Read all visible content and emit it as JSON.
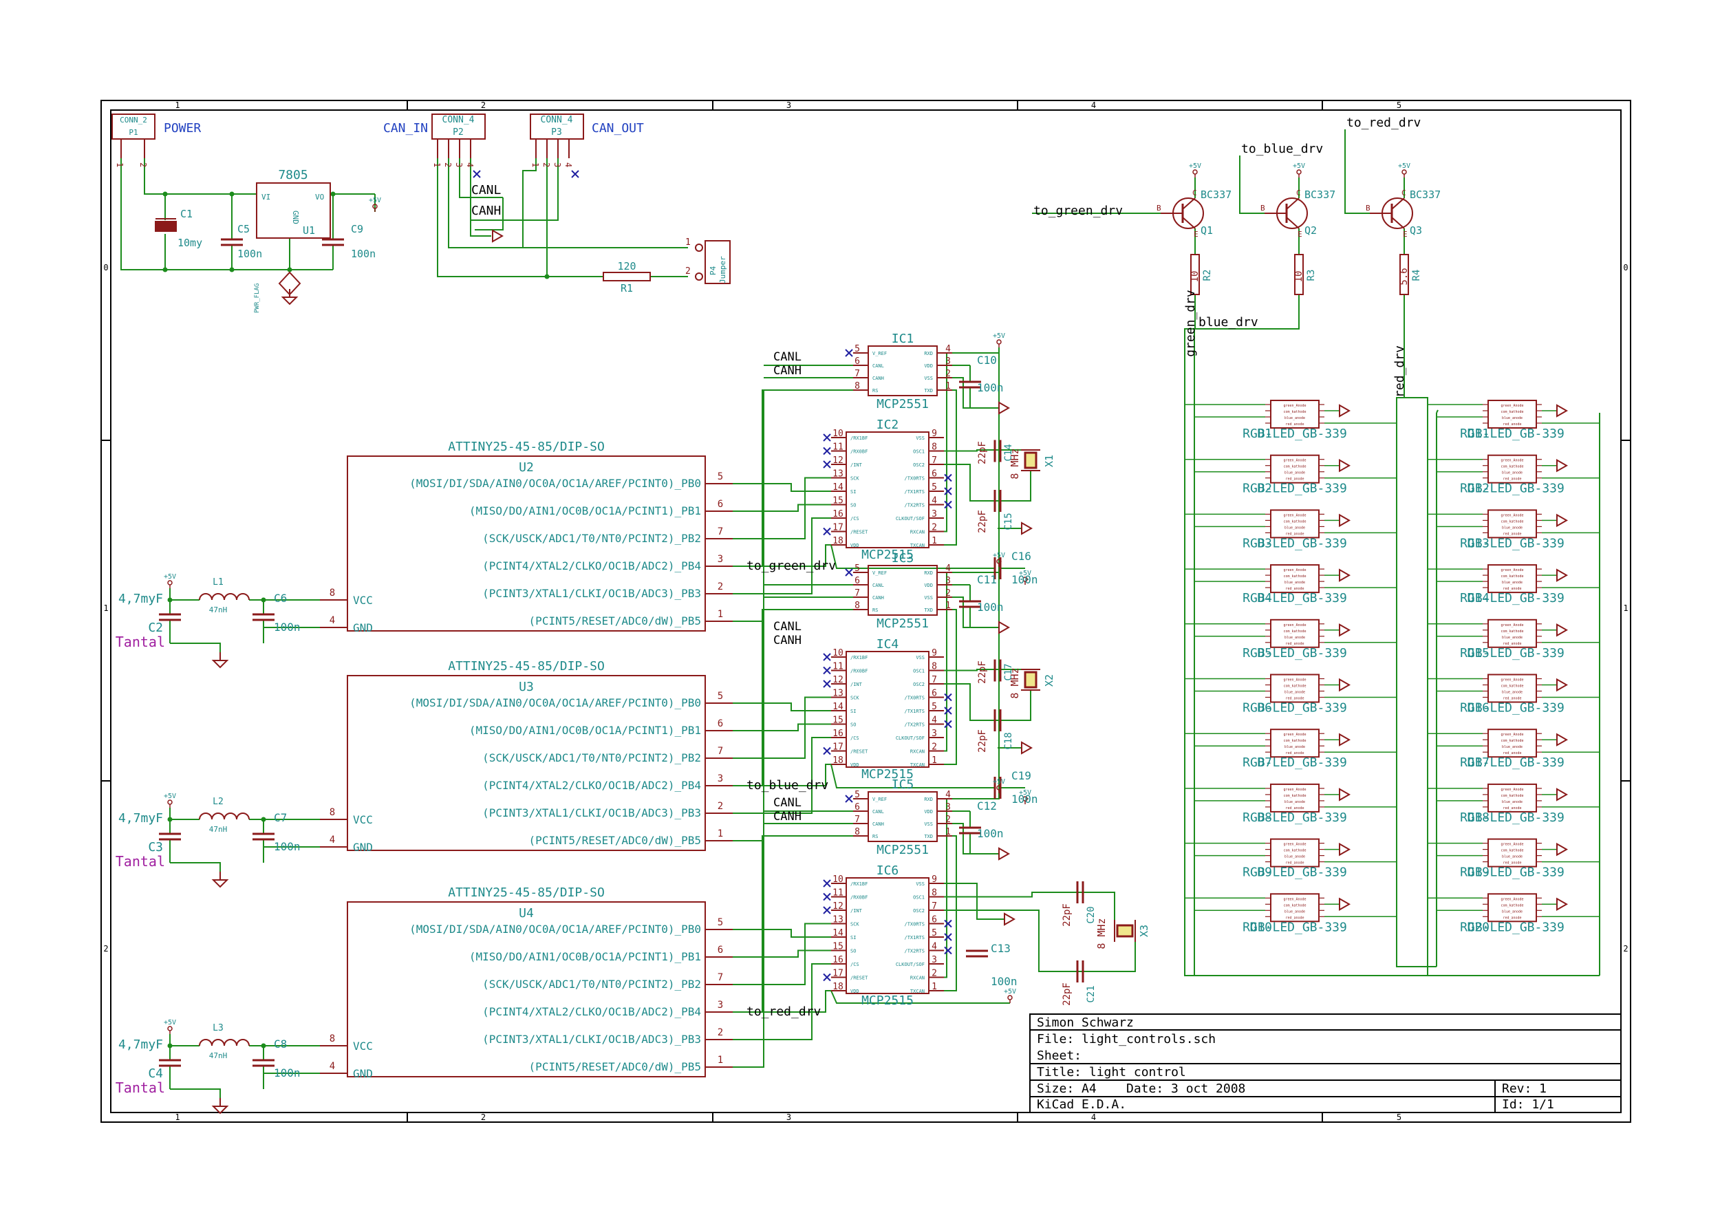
{
  "sheet": {
    "columns": [
      "1",
      "2",
      "3",
      "4",
      "5"
    ],
    "rows": [
      "0",
      "1",
      "2"
    ]
  },
  "title_block": {
    "author": "Simon Schwarz",
    "file": "File: light_controls.sch",
    "sheet": "Sheet:",
    "title": "Title: light control",
    "size": "Size: A4",
    "date": "Date: 3 oct 2008",
    "rev": "Rev: 1",
    "software": "KiCad E.D.A.",
    "id": "Id: 1/1"
  },
  "power_section": {
    "p1": {
      "ref": "P1",
      "value": "CONN_2",
      "label": "POWER",
      "pins": [
        "1",
        "2"
      ]
    },
    "c1": {
      "ref": "C1",
      "value": "10my"
    },
    "c5": {
      "ref": "C5",
      "value": "100n"
    },
    "u1": {
      "ref": "U1",
      "value": "7805",
      "pins": [
        "VI",
        "GND",
        "VO"
      ]
    },
    "c9": {
      "ref": "C9",
      "value": "100n"
    },
    "pwr_flag": "PWR_FLAG",
    "vcc": "+5V"
  },
  "can_section": {
    "p2": {
      "ref": "P2",
      "value": "CONN_4",
      "label": "CAN_IN",
      "pins": [
        "1",
        "2",
        "3",
        "4"
      ]
    },
    "p3": {
      "ref": "P3",
      "value": "CONN_4",
      "label": "CAN_OUT",
      "pins": [
        "1",
        "2",
        "3",
        "4"
      ]
    },
    "canl": "CANL",
    "canh": "CANH",
    "r1": {
      "ref": "R1",
      "value": "120"
    },
    "p4": {
      "ref": "P4",
      "value": "Jumper",
      "pins": [
        "1",
        "2"
      ]
    }
  },
  "transistors": [
    {
      "ref": "Q1",
      "value": "BC337",
      "net": "to_green_drv",
      "r_ref": "R2",
      "r_value": "10",
      "out_net": "green_drv"
    },
    {
      "ref": "Q2",
      "value": "BC337",
      "net": "to_blue_drv",
      "r_ref": "R3",
      "r_value": "10",
      "out_net": "blue_drv"
    },
    {
      "ref": "Q3",
      "value": "BC337",
      "net": "to_red_drv",
      "r_ref": "R4",
      "r_value": "5.6",
      "out_net": "red_drv"
    }
  ],
  "transistor_pins": [
    "B",
    "C",
    "E"
  ],
  "channels": [
    {
      "mcu": {
        "ref": "U2",
        "value": "ATTINY25-45-85/DIP-SO"
      },
      "pins": [
        {
          "num": "5",
          "name": "(MOSI/DI/SDA/AIN0/OC0A/OC1A/AREF/PCINT0)_PB0"
        },
        {
          "num": "6",
          "name": "(MISO/DO/AIN1/OC0B/OC1A/PCINT1)_PB1"
        },
        {
          "num": "7",
          "name": "(SCK/USCK/ADC1/T0/NT0/PCINT2)_PB2"
        },
        {
          "num": "3",
          "name": "(PCINT4/XTAL2/CLKO/OC1B/ADC2)_PB4"
        },
        {
          "num": "2",
          "name": "(PCINT3/XTAL1/CLKI/OC1B/ADC3)_PB3"
        },
        {
          "num": "1",
          "name": "(PCINT5/RESET/ADC0/dW)_PB5"
        }
      ],
      "power_pins": [
        {
          "num": "8",
          "name": "VCC"
        },
        {
          "num": "4",
          "name": "GND"
        }
      ],
      "drive_net": "to_green_drv",
      "inductor": {
        "ref": "L1",
        "value": "47nH"
      },
      "cap_tantal": {
        "ref": "C2",
        "value": "4,7myF",
        "note": "Tantal"
      },
      "cap_dec": {
        "ref": "C6",
        "value": "100n"
      },
      "transceiver": {
        "ref": "IC1",
        "value": "MCP2551"
      },
      "controller": {
        "ref": "IC2",
        "value": "MCP2515"
      },
      "cap_a": {
        "ref": "C10",
        "value": "100n"
      },
      "cap_b": {
        "ref": "C14",
        "value": "22pF"
      },
      "cap_c": {
        "ref": "C15",
        "value": "22pF"
      },
      "cap_d": {
        "ref": "C16",
        "value": "100n"
      },
      "crystal": {
        "ref": "X1",
        "value": "8 MHz"
      }
    },
    {
      "mcu": {
        "ref": "U3",
        "value": "ATTINY25-45-85/DIP-SO"
      },
      "pins": [
        {
          "num": "5",
          "name": "(MOSI/DI/SDA/AIN0/OC0A/OC1A/AREF/PCINT0)_PB0"
        },
        {
          "num": "6",
          "name": "(MISO/DO/AIN1/OC0B/OC1A/PCINT1)_PB1"
        },
        {
          "num": "7",
          "name": "(SCK/USCK/ADC1/T0/NT0/PCINT2)_PB2"
        },
        {
          "num": "3",
          "name": "(PCINT4/XTAL2/CLKO/OC1B/ADC2)_PB4"
        },
        {
          "num": "2",
          "name": "(PCINT3/XTAL1/CLKI/OC1B/ADC3)_PB3"
        },
        {
          "num": "1",
          "name": "(PCINT5/RESET/ADC0/dW)_PB5"
        }
      ],
      "power_pins": [
        {
          "num": "8",
          "name": "VCC"
        },
        {
          "num": "4",
          "name": "GND"
        }
      ],
      "drive_net": "to_blue_drv",
      "inductor": {
        "ref": "L2",
        "value": "47nH"
      },
      "cap_tantal": {
        "ref": "C3",
        "value": "4,7myF",
        "note": "Tantal"
      },
      "cap_dec": {
        "ref": "C7",
        "value": "100n"
      },
      "transceiver": {
        "ref": "IC3",
        "value": "MCP2551"
      },
      "controller": {
        "ref": "IC4",
        "value": "MCP2515"
      },
      "cap_a": {
        "ref": "C11",
        "value": "100n"
      },
      "cap_b": {
        "ref": "C17",
        "value": "22pF"
      },
      "cap_c": {
        "ref": "C18",
        "value": "22pF"
      },
      "cap_d": {
        "ref": "C19",
        "value": "100n"
      },
      "crystal": {
        "ref": "X2",
        "value": "8 MHz"
      }
    },
    {
      "mcu": {
        "ref": "U4",
        "value": "ATTINY25-45-85/DIP-SO"
      },
      "pins": [
        {
          "num": "5",
          "name": "(MOSI/DI/SDA/AIN0/OC0A/OC1A/AREF/PCINT0)_PB0"
        },
        {
          "num": "6",
          "name": "(MISO/DO/AIN1/OC0B/OC1A/PCINT1)_PB1"
        },
        {
          "num": "7",
          "name": "(SCK/USCK/ADC1/T0/NT0/PCINT2)_PB2"
        },
        {
          "num": "3",
          "name": "(PCINT4/XTAL2/CLKO/OC1B/ADC2)_PB4"
        },
        {
          "num": "2",
          "name": "(PCINT3/XTAL1/CLKI/OC1B/ADC3)_PB3"
        },
        {
          "num": "1",
          "name": "(PCINT5/RESET/ADC0/dW)_PB5"
        }
      ],
      "power_pins": [
        {
          "num": "8",
          "name": "VCC"
        },
        {
          "num": "4",
          "name": "GND"
        }
      ],
      "drive_net": "to_red_drv",
      "inductor": {
        "ref": "L3",
        "value": "47nH"
      },
      "cap_tantal": {
        "ref": "C4",
        "value": "4,7myF",
        "note": "Tantal"
      },
      "cap_dec": {
        "ref": "C8",
        "value": "100n"
      },
      "transceiver": {
        "ref": "IC5",
        "value": "MCP2551"
      },
      "controller": {
        "ref": "IC6",
        "value": "MCP2515"
      },
      "cap_a": {
        "ref": "C12",
        "value": "100n"
      },
      "cap_b": {
        "ref": "C20",
        "value": "22pF"
      },
      "cap_c": {
        "ref": "C21",
        "value": "22pF"
      },
      "cap_d": {
        "ref": "C13",
        "value": "100n"
      },
      "crystal": {
        "ref": "X3",
        "value": "8 MHz"
      }
    }
  ],
  "mcp2551_pins": {
    "left": [
      {
        "num": "5",
        "name": "V_REF"
      },
      {
        "num": "6",
        "name": "CANL"
      },
      {
        "num": "7",
        "name": "CANH"
      },
      {
        "num": "8",
        "name": "RS"
      }
    ],
    "right": [
      {
        "num": "4",
        "name": "RXD"
      },
      {
        "num": "3",
        "name": "VDD"
      },
      {
        "num": "2",
        "name": "VSS"
      },
      {
        "num": "1",
        "name": "TXD"
      }
    ]
  },
  "mcp2515_pins": {
    "left": [
      {
        "num": "10",
        "name": "/RX1BF"
      },
      {
        "num": "11",
        "name": "/RX0BF"
      },
      {
        "num": "12",
        "name": "/INT"
      },
      {
        "num": "13",
        "name": "SCK"
      },
      {
        "num": "14",
        "name": "SI"
      },
      {
        "num": "15",
        "name": "SO"
      },
      {
        "num": "16",
        "name": "/CS"
      },
      {
        "num": "17",
        "name": "/RESET"
      },
      {
        "num": "18",
        "name": "VDD"
      }
    ],
    "right": [
      {
        "num": "9",
        "name": "VSS"
      },
      {
        "num": "8",
        "name": "OSC1"
      },
      {
        "num": "7",
        "name": "OSC2"
      },
      {
        "num": "6",
        "name": "/TX0RTS"
      },
      {
        "num": "5",
        "name": "/TX1RTS"
      },
      {
        "num": "4",
        "name": "/TX2RTS"
      },
      {
        "num": "3",
        "name": "CLKOUT/SOF"
      },
      {
        "num": "2",
        "name": "RXCAN"
      },
      {
        "num": "1",
        "name": "TXCAN"
      }
    ]
  },
  "led_pins": [
    "green_Anode",
    "com_kathode",
    "blue_anode",
    "red_anode"
  ],
  "leds": [
    {
      "ref": "D1",
      "value": "RGB-LED_GB-339"
    },
    {
      "ref": "D2",
      "value": "RGB-LED_GB-339"
    },
    {
      "ref": "D3",
      "value": "RGB-LED_GB-339"
    },
    {
      "ref": "D4",
      "value": "RGB-LED_GB-339"
    },
    {
      "ref": "D5",
      "value": "RGB-LED_GB-339"
    },
    {
      "ref": "D6",
      "value": "RGB-LED_GB-339"
    },
    {
      "ref": "D7",
      "value": "RGB-LED_GB-339"
    },
    {
      "ref": "D8",
      "value": "RGB-LED_GB-339"
    },
    {
      "ref": "D9",
      "value": "RGB-LED_GB-339"
    },
    {
      "ref": "D10",
      "value": "RGB-LED_GB-339"
    },
    {
      "ref": "D11",
      "value": "RGB-LED_GB-339"
    },
    {
      "ref": "D12",
      "value": "RGB-LED_GB-339"
    },
    {
      "ref": "D13",
      "value": "RGB-LED_GB-339"
    },
    {
      "ref": "D14",
      "value": "RGB-LED_GB-339"
    },
    {
      "ref": "D15",
      "value": "RGB-LED_GB-339"
    },
    {
      "ref": "D16",
      "value": "RGB-LED_GB-339"
    },
    {
      "ref": "D17",
      "value": "RGB-LED_GB-339"
    },
    {
      "ref": "D18",
      "value": "RGB-LED_GB-339"
    },
    {
      "ref": "D19",
      "value": "RGB-LED_GB-339"
    },
    {
      "ref": "D20",
      "value": "RGB-LED_GB-339"
    }
  ],
  "colors": {
    "component": "#8b1a1a",
    "wire": "#1c8c1c",
    "label": "#1e8a8a",
    "net": "#000000",
    "hier": "#2040c0",
    "pin_num": "#8b1a1a",
    "noconnect": "#2020a0",
    "frame": "#000000",
    "tantal": "#a020a0",
    "crystal_fill": "#f0e68c",
    "c1_fill": "#8b1a1a"
  }
}
